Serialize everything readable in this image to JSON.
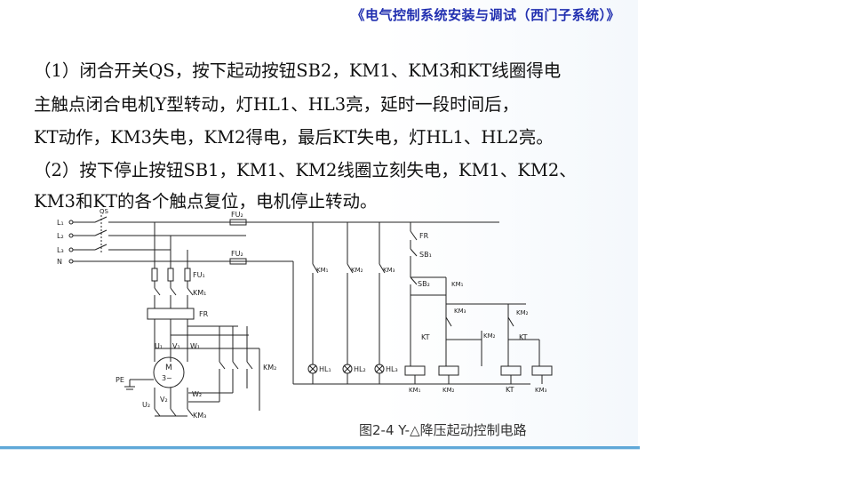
{
  "header": {
    "title": "《电气控制系统安装与调试（西门子系统）》"
  },
  "content": {
    "lines": [
      "（1）闭合开关QS，按下起动按钮SB2，KM1、KM3和KT线圈得电",
      "主触点闭合电机Y型转动，灯HL1、HL3亮，延时一段时间后，",
      "KT动作，KM3失电，KM2得电，最后KT失电，灯HL1、HL2亮。",
      "（2）按下停止按钮SB1，KM1、KM2线圈立刻失电，KM1、KM2、",
      "KM3和KT的各个触点复位，电机停止转动。"
    ]
  },
  "diagram": {
    "caption": "图2-4  Y-△降压起动控制电路",
    "labels": {
      "l1": "L₁",
      "l2": "L₂",
      "l3": "L₃",
      "n": "N",
      "qs": "QS",
      "fu1": "FU₁",
      "fu2_top": "FU₂",
      "fu2_bottom": "FU₂",
      "km1_main": "KM₁",
      "fr_main": "FR",
      "u1": "U₁",
      "v1": "V₁",
      "w1": "W₁",
      "motor_m": "M",
      "motor_3": "3~",
      "pe": "PE",
      "u2": "U₂",
      "v2": "V₂",
      "w2": "W₂",
      "km2_main": "KM₂",
      "km3_main": "KM₃",
      "km1_aux": "KM₁",
      "km2_aux": "KM₂",
      "km3_aux": "KM₃",
      "hl1": "HL₁",
      "hl2": "HL₂",
      "hl3": "HL₃",
      "fr_ctrl": "FR",
      "sb1": "SB₁",
      "sb2": "SB₂",
      "km1_hold": "KM₁",
      "km3_ctrl": "KM₃",
      "km2_ctrl": "KM₂",
      "kt_ctrl1": "KT",
      "km2_ctrl2": "KM₂",
      "kt_ctrl2": "KT",
      "coil_km1": "KM₁",
      "coil_km2": "KM₂",
      "coil_kt": "KT",
      "coil_km3": "KM₃"
    }
  }
}
